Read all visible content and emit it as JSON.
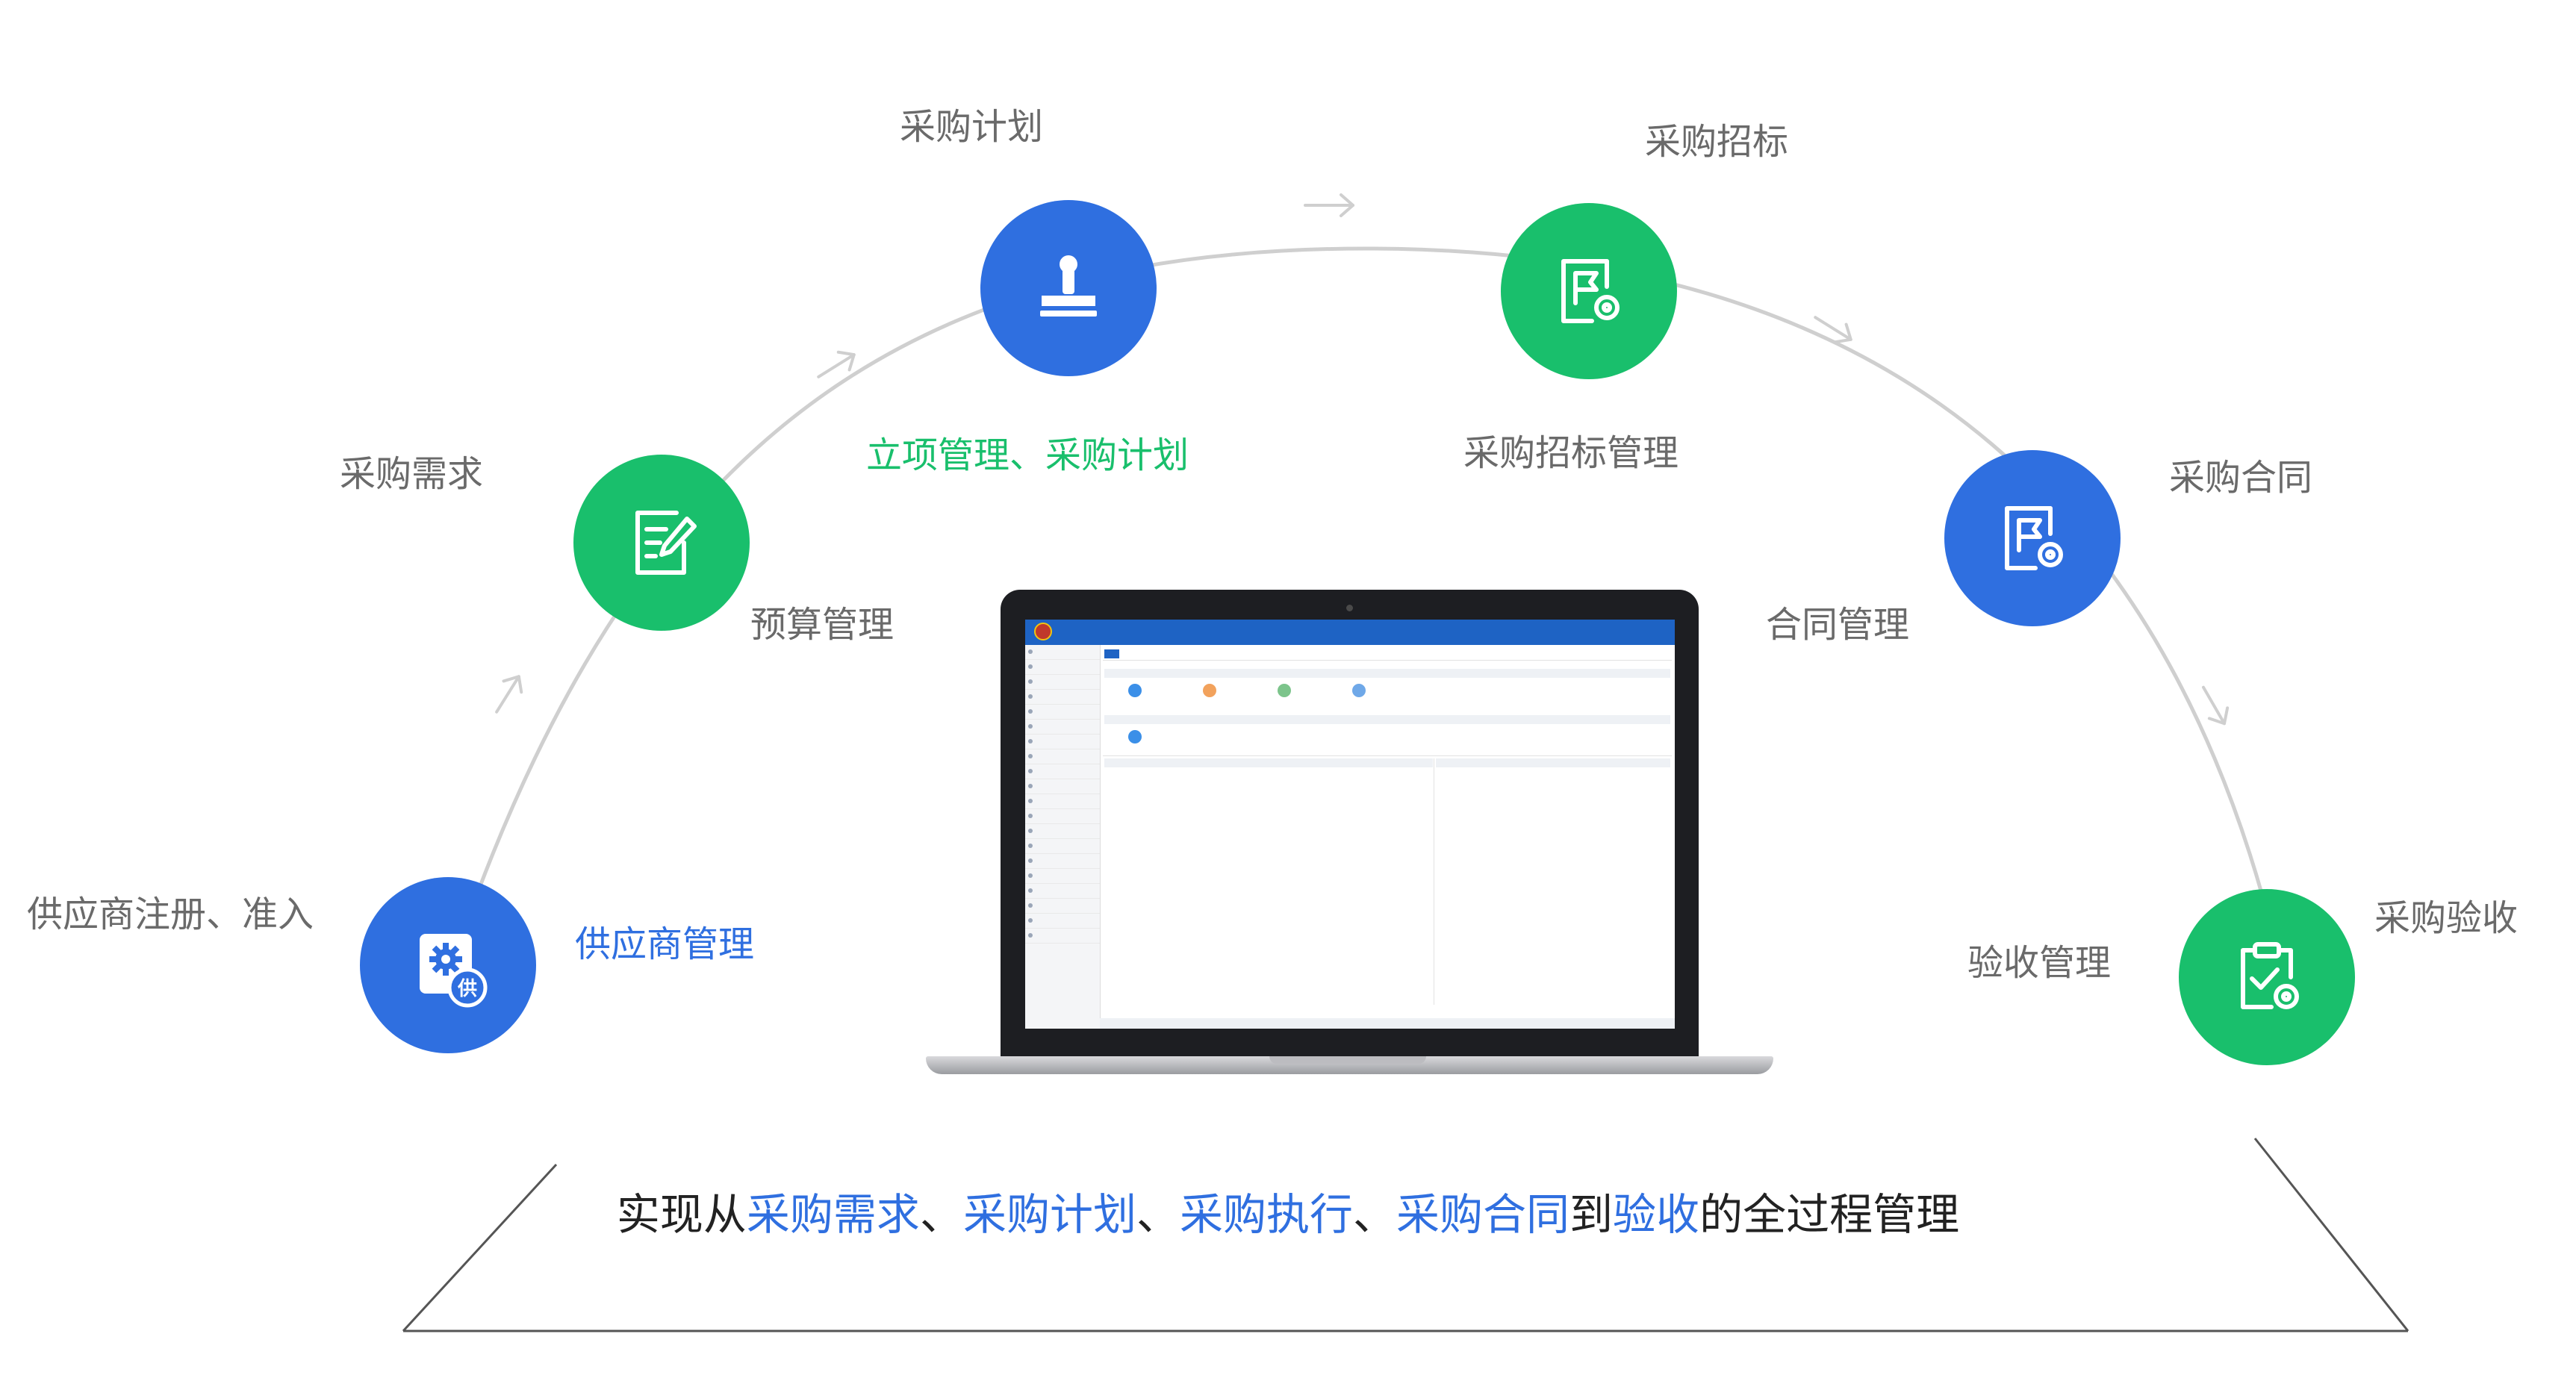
{
  "stages": {
    "supplier_register": "供应商注册、准入",
    "demand": "采购需求",
    "plan": "采购计划",
    "bidding": "采购招标",
    "contract": "采购合同",
    "acceptance": "采购验收"
  },
  "modules": {
    "supplier": "供应商管理",
    "budget": "预算管理",
    "project_plan": "立项管理、采购计划",
    "bidding": "采购招标管理",
    "contract": "合同管理",
    "acceptance": "验收管理"
  },
  "node_badge": "供",
  "summary": {
    "prefix": "实现从",
    "demand": "采购需求",
    "sep1": "、",
    "plan": "采购计划",
    "sep2": "、",
    "execute": "采购执行",
    "sep3": "、",
    "contract": "采购合同",
    "to": "到",
    "acceptance": "验收",
    "suffix": "的全过程管理"
  },
  "colors": {
    "blue": "#2f6fe0",
    "green": "#19bf6c",
    "gray_text": "#6a6a6a",
    "arc": "#cfcfcf"
  },
  "icons": {
    "supplier": "supplier-gear-icon",
    "budget": "edit-document-icon",
    "plan": "stamp-icon",
    "bidding": "flag-document-icon",
    "contract": "flag-document-icon",
    "acceptance": "clipboard-check-icon"
  }
}
